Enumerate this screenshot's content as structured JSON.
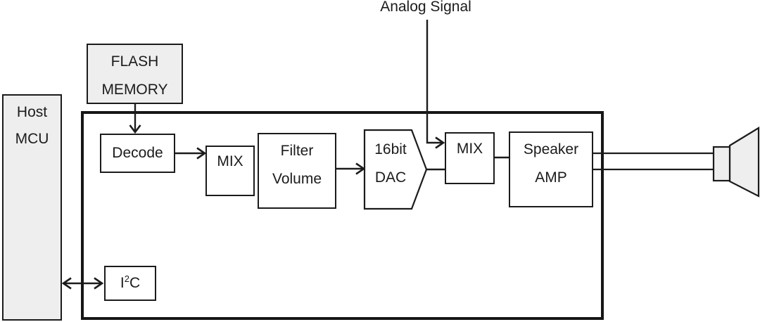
{
  "diagram": {
    "analog_signal_label": "Analog Signal",
    "host_mcu": {
      "line1": "Host",
      "line2": "MCU"
    },
    "flash_memory": {
      "line1": "FLASH",
      "line2": "MEMORY"
    },
    "decode": {
      "label": "Decode"
    },
    "mix_front": {
      "label": "MIX"
    },
    "filter_volume": {
      "line1": "Filter",
      "line2": "Volume"
    },
    "dac": {
      "line1": "16bit",
      "line2": "DAC"
    },
    "mix_back": {
      "label": "MIX"
    },
    "speaker_amp": {
      "line1": "Speaker",
      "line2": "AMP"
    },
    "i2c": {
      "pre": "I",
      "sup": "2",
      "post": "C"
    },
    "colors": {
      "line": "#1b1b1b",
      "boundary": "#161616",
      "shaded_fill": "#eeeeee",
      "block_fill": "#ffffff"
    }
  }
}
